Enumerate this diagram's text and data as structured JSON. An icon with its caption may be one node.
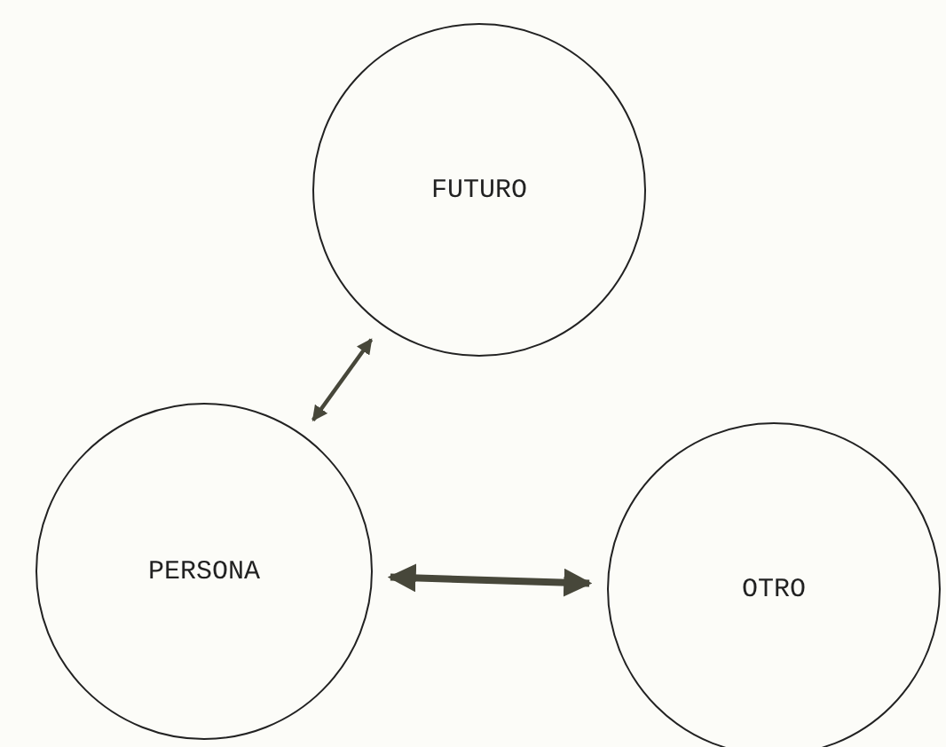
{
  "diagram": {
    "nodes": [
      {
        "text": [
          "FUTURO"
        ]
      },
      {
        "text": [
          "PERSONA"
        ]
      },
      {
        "text": [
          "OTRO"
        ]
      }
    ],
    "edges": [
      {
        "from": 1,
        "to": 0,
        "arrow": "both"
      },
      {
        "from": 1,
        "to": 2,
        "arrow": "both",
        "style": "thick"
      }
    ]
  }
}
